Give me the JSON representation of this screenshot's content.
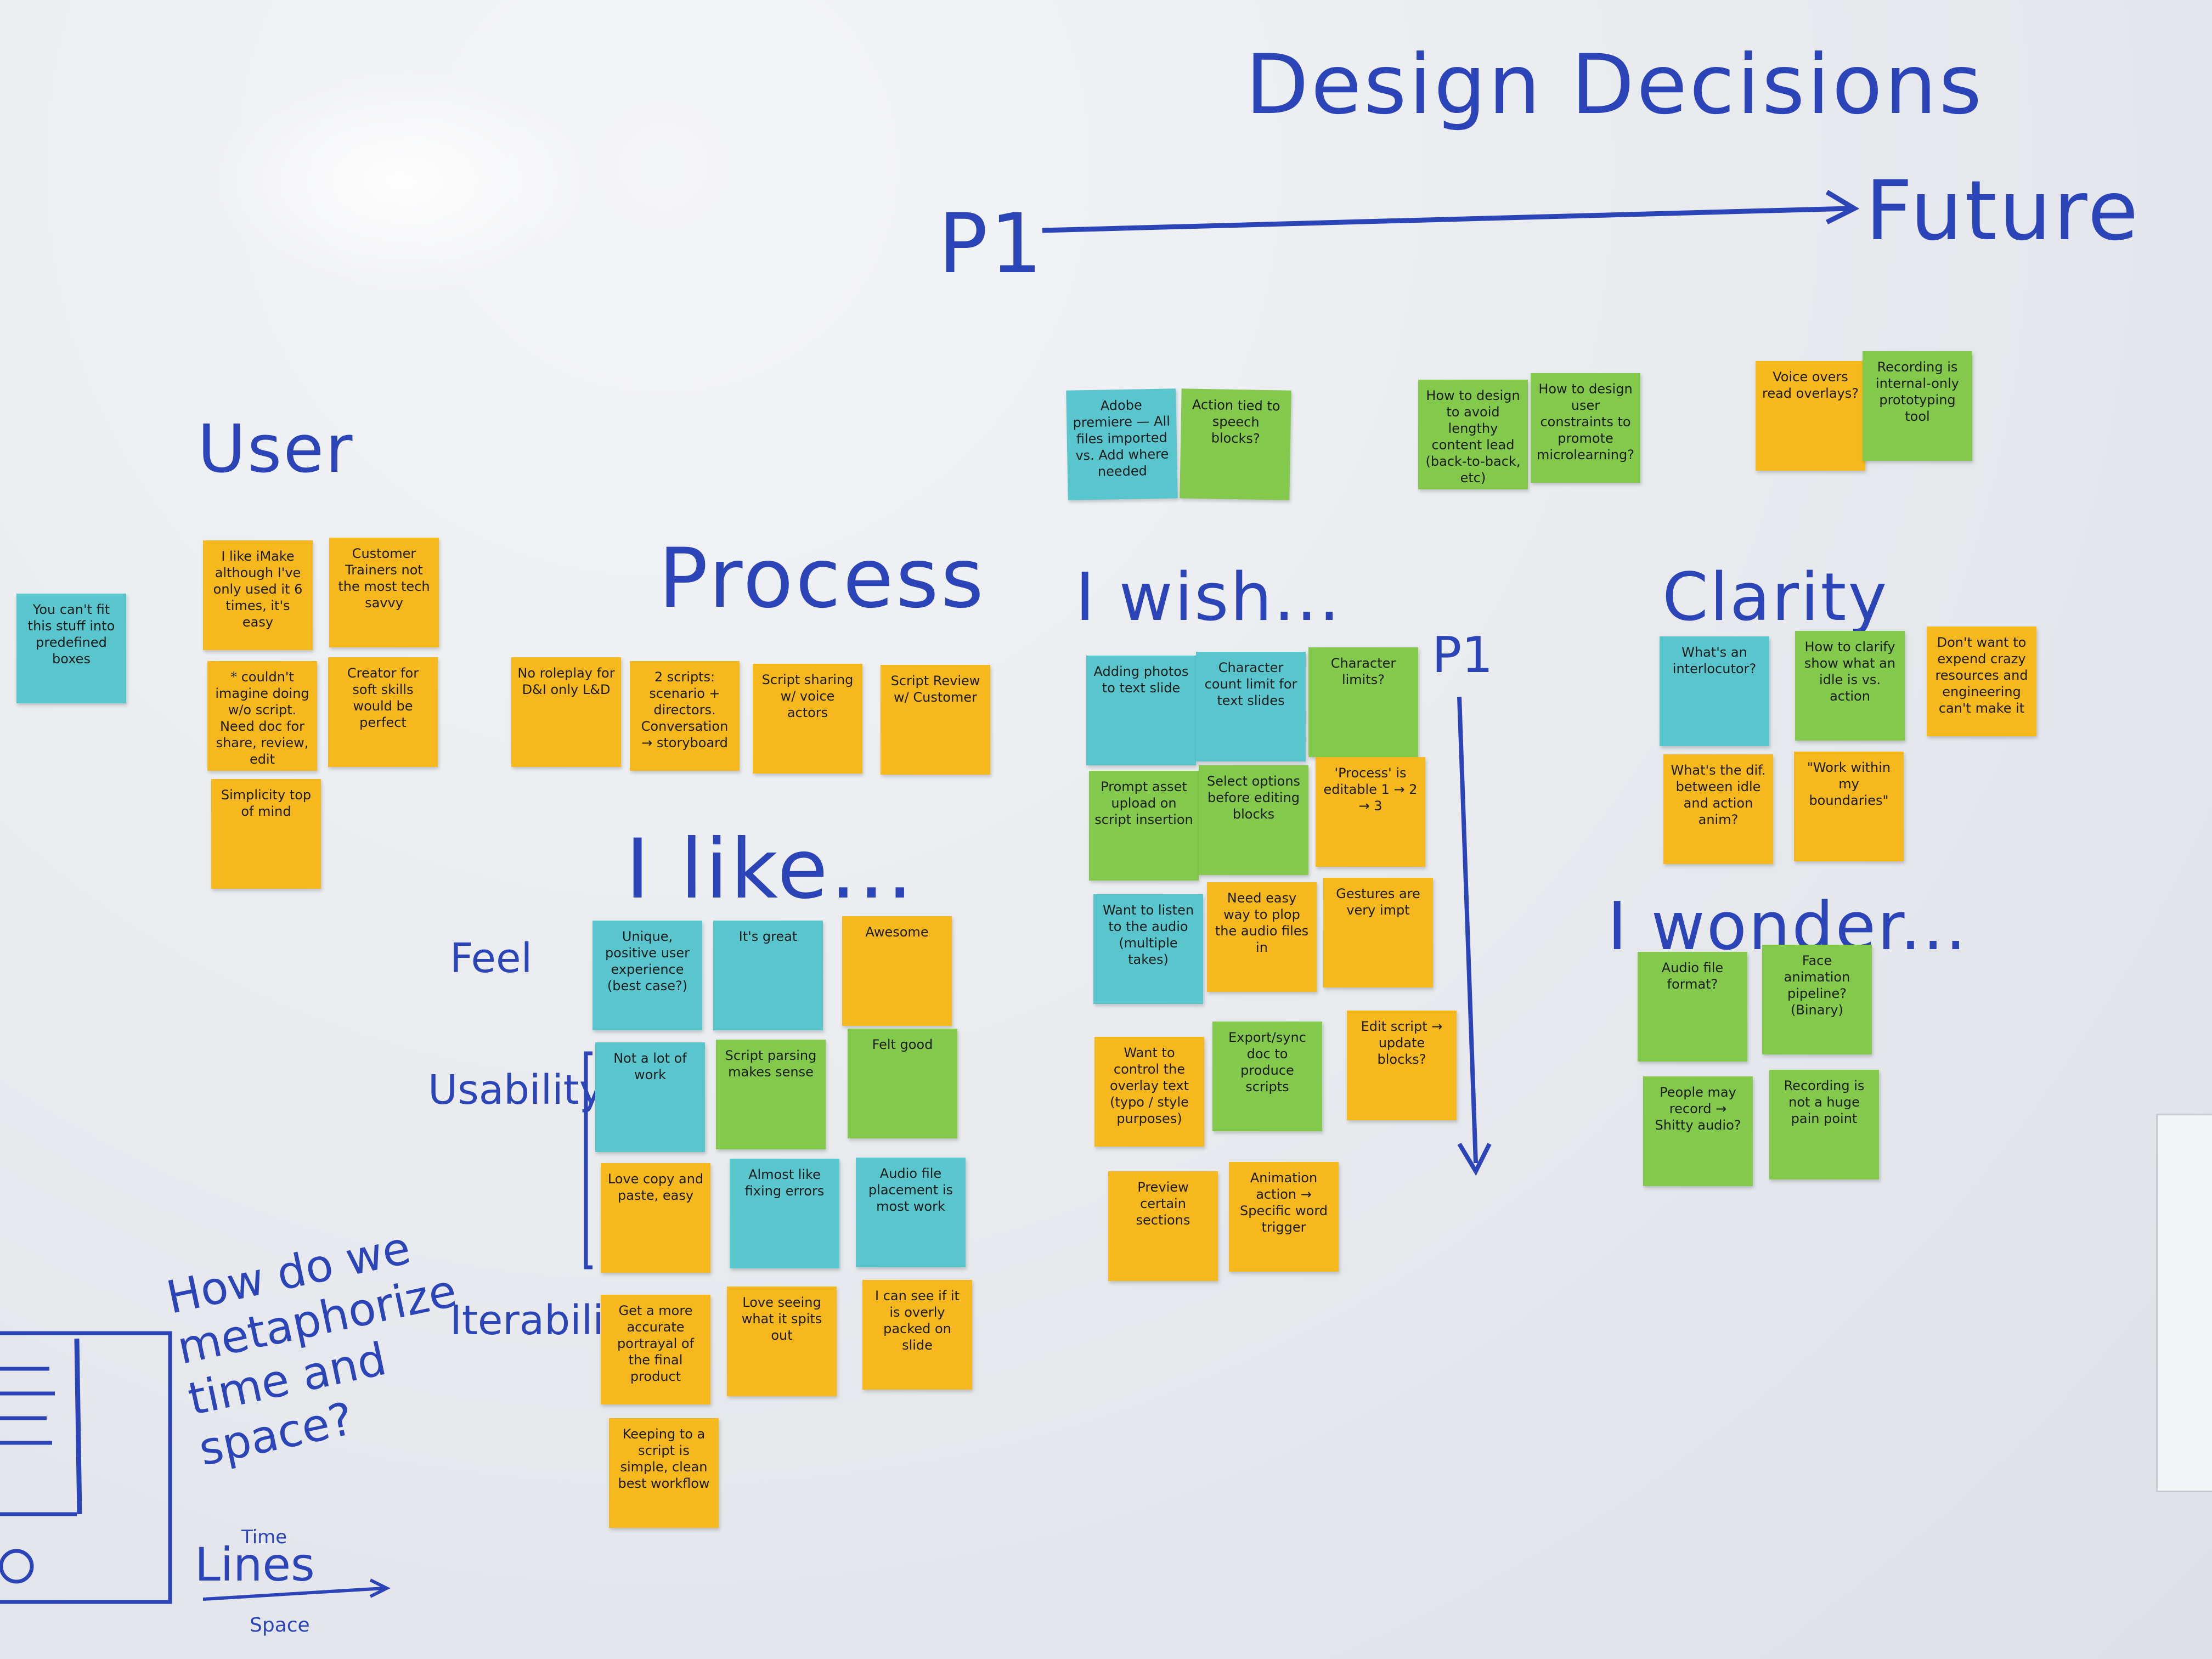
{
  "headings": {
    "design_decisions": "Design Decisions",
    "p1": "P1",
    "future": "Future",
    "user": "User",
    "process": "Process",
    "i_wish": "I wish...",
    "p1_vertical": "P1",
    "clarity": "Clarity",
    "i_like": "I like...",
    "feel": "Feel",
    "usability": "Usability",
    "iterability": "Iterability",
    "i_wonder": "I wonder...",
    "how_metaphor": "How do we metaphorize time and space?",
    "time": "Time",
    "lines": "Lines",
    "space": "Space"
  },
  "top_notes": [
    {
      "text": "Adobe premiere — All files imported vs. Add where needed",
      "color": "#58c6cc"
    },
    {
      "text": "Action tied to speech blocks?",
      "color": "#83c94b"
    },
    {
      "text": "How to design to avoid lengthy content lead (back-to-back, etc)",
      "color": "#83c94b"
    },
    {
      "text": "How to design user constraints to promote microlearning?",
      "color": "#83c94b"
    },
    {
      "text": "Voice overs read overlays?",
      "color": "#f6b81c"
    },
    {
      "text": "Recording is internal-only prototyping tool",
      "color": "#83c94b"
    }
  ],
  "user_notes": [
    {
      "text": "You can't fit this stuff into predefined boxes",
      "color": "#58c6cc"
    },
    {
      "text": "I like iMake although I've only used it 6 times, it's easy",
      "color": "#f6b81c"
    },
    {
      "text": "Customer Trainers not the most tech savvy",
      "color": "#f6b81c"
    },
    {
      "text": "* couldn't imagine doing w/o script. Need doc for share, review, edit",
      "color": "#f6b81c"
    },
    {
      "text": "Creator for soft skills would be perfect",
      "color": "#f6b81c"
    },
    {
      "text": "Simplicity top of mind",
      "color": "#f6b81c"
    }
  ],
  "process_notes": [
    {
      "text": "No roleplay for D&I only L&D",
      "color": "#f6b81c"
    },
    {
      "text": "2 scripts: scenario + directors. Conversation → storyboard",
      "color": "#f6b81c"
    },
    {
      "text": "Script sharing w/ voice actors",
      "color": "#f6b81c"
    },
    {
      "text": "Script Review w/ Customer",
      "color": "#f6b81c"
    }
  ],
  "like_notes": [
    {
      "text": "Unique, positive user experience (best case?)",
      "color": "#58c6cc"
    },
    {
      "text": "It's great",
      "color": "#58c6cc"
    },
    {
      "text": "Awesome",
      "color": "#f6b81c"
    },
    {
      "text": "Not a lot of work",
      "color": "#58c6cc"
    },
    {
      "text": "Script parsing makes sense",
      "color": "#83c94b"
    },
    {
      "text": "Felt good",
      "color": "#83c94b"
    },
    {
      "text": "Love copy and paste, easy",
      "color": "#f6b81c"
    },
    {
      "text": "Almost like fixing errors",
      "color": "#58c6cc"
    },
    {
      "text": "Audio file placement is most work",
      "color": "#58c6cc"
    },
    {
      "text": "Get a more accurate portrayal of the final product",
      "color": "#f6b81c"
    },
    {
      "text": "Love seeing what it spits out",
      "color": "#f6b81c"
    },
    {
      "text": "I can see if it is overly packed on slide",
      "color": "#f6b81c"
    },
    {
      "text": "Keeping to a script is simple, clean best workflow",
      "color": "#f6b81c"
    }
  ],
  "wish_notes": [
    {
      "text": "Adding photos to text slide",
      "color": "#58c6cc"
    },
    {
      "text": "Character count limit for text slides",
      "color": "#58c6cc"
    },
    {
      "text": "Character limits?",
      "color": "#83c94b"
    },
    {
      "text": "Prompt asset upload on script insertion",
      "color": "#83c94b"
    },
    {
      "text": "Select options before editing blocks",
      "color": "#83c94b"
    },
    {
      "text": "'Process' is editable 1 → 2 → 3",
      "color": "#f6b81c"
    },
    {
      "text": "Want to listen to the audio (multiple takes)",
      "color": "#58c6cc"
    },
    {
      "text": "Need easy way to plop the audio files in",
      "color": "#f6b81c"
    },
    {
      "text": "Gestures are very impt",
      "color": "#f6b81c"
    },
    {
      "text": "Want to control the overlay text (typo / style purposes)",
      "color": "#f6b81c"
    },
    {
      "text": "Export/sync doc to produce scripts",
      "color": "#83c94b"
    },
    {
      "text": "Edit script → update blocks?",
      "color": "#f6b81c"
    },
    {
      "text": "Preview certain sections",
      "color": "#f6b81c"
    },
    {
      "text": "Animation action → Specific word trigger",
      "color": "#f6b81c"
    }
  ],
  "clarity_notes": [
    {
      "text": "What's an interlocutor?",
      "color": "#58c6cc"
    },
    {
      "text": "How to clarify show what an idle is vs. action",
      "color": "#83c94b"
    },
    {
      "text": "Don't want to expend crazy resources and engineering can't make it",
      "color": "#f6b81c"
    },
    {
      "text": "What's the dif. between idle and action anim?",
      "color": "#f6b81c"
    },
    {
      "text": "\"Work within my boundaries\"",
      "color": "#f6b81c"
    }
  ],
  "wonder_notes": [
    {
      "text": "Audio file format?",
      "color": "#83c94b"
    },
    {
      "text": "Face animation pipeline? (Binary)",
      "color": "#83c94b"
    },
    {
      "text": "People may record → Shitty audio?",
      "color": "#83c94b"
    },
    {
      "text": "Recording is not a huge pain point",
      "color": "#83c94b"
    }
  ]
}
